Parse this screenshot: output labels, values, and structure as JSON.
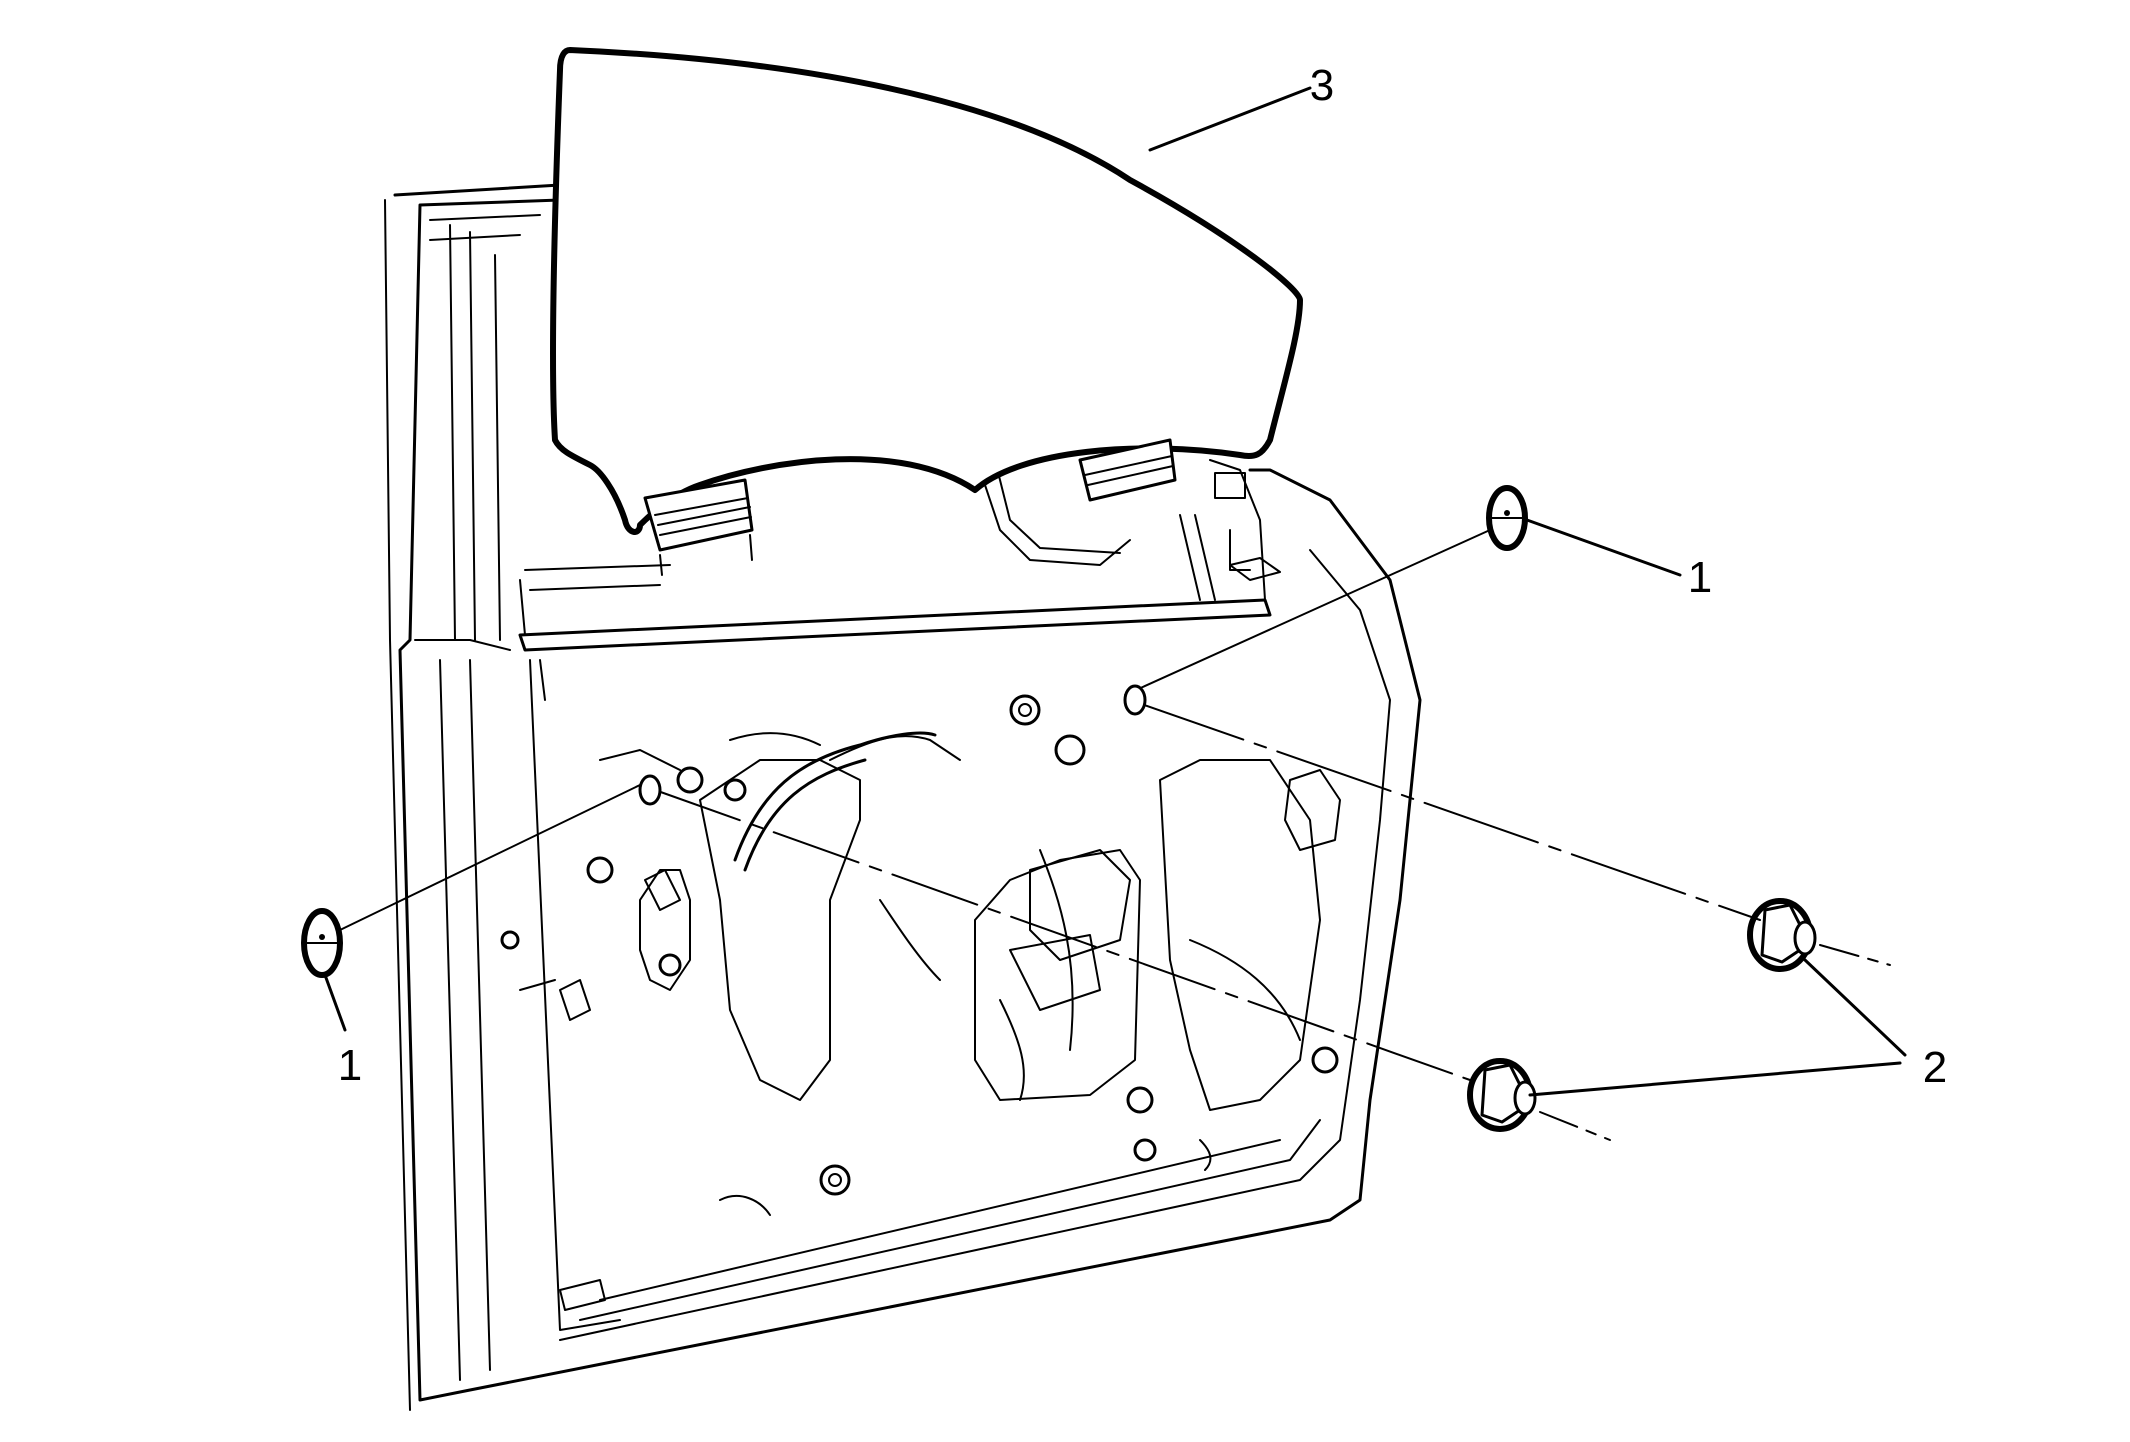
{
  "callouts": [
    {
      "id": "retainer-left",
      "label": "1"
    },
    {
      "id": "retainer-right",
      "label": "1"
    },
    {
      "id": "nuts",
      "label": "2"
    },
    {
      "id": "window-glass",
      "label": "3"
    }
  ],
  "colors": {
    "ink": "#000000",
    "background": "#ffffff"
  }
}
